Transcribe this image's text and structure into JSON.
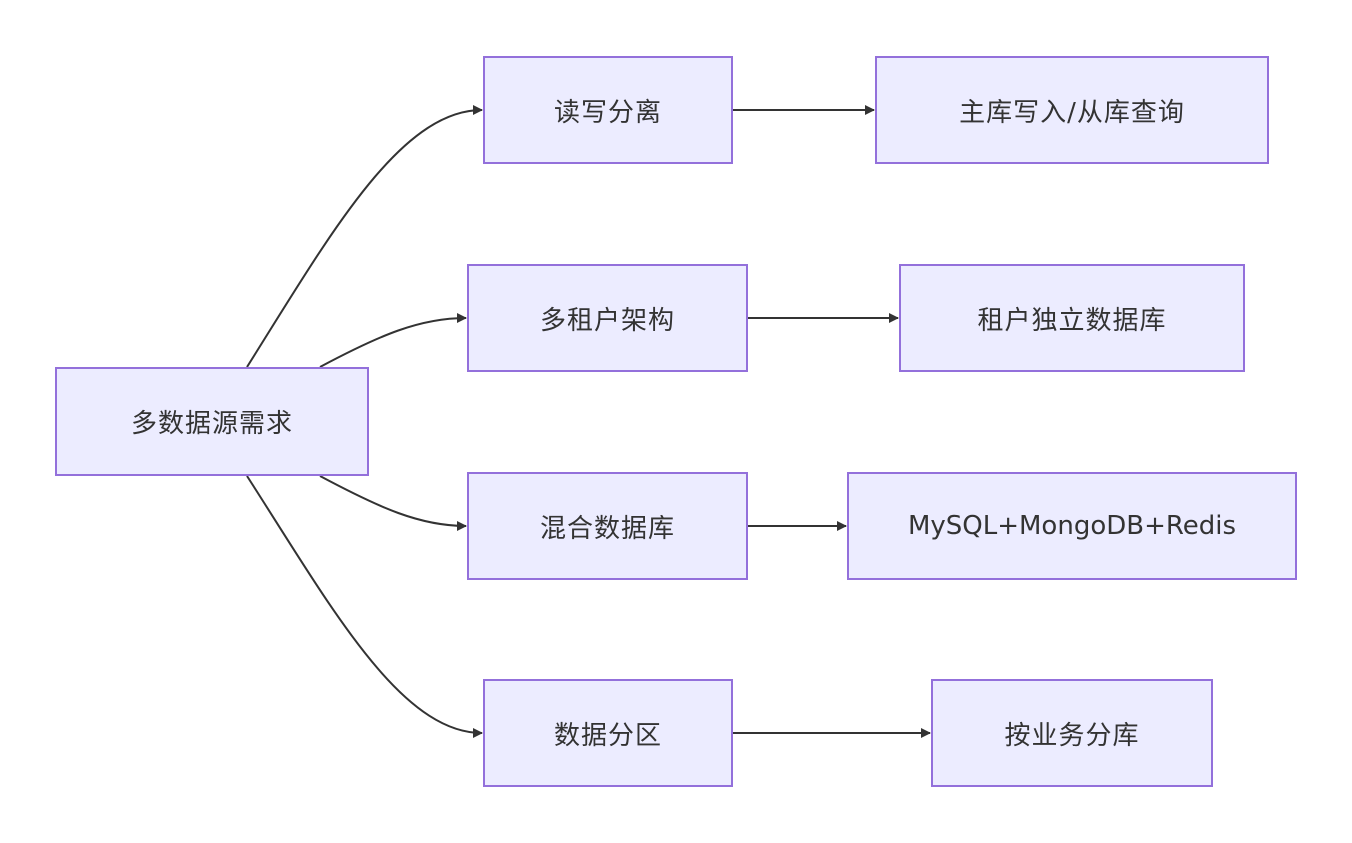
{
  "diagram": {
    "type": "flowchart",
    "direction": "left-to-right",
    "colors": {
      "node_fill": "#ececff",
      "node_border": "#9370db",
      "text": "#333333",
      "edge": "#333333"
    },
    "nodes": {
      "root": {
        "label": "多数据源需求"
      },
      "rw_split": {
        "label": "读写分离"
      },
      "rw_split_detail": {
        "label": "主库写入/从库查询"
      },
      "multi_tenant": {
        "label": "多租户架构"
      },
      "multi_tenant_detail": {
        "label": "租户独立数据库"
      },
      "hybrid_db": {
        "label": "混合数据库"
      },
      "hybrid_db_detail": {
        "label": "MySQL+MongoDB+Redis"
      },
      "partition": {
        "label": "数据分区"
      },
      "partition_detail": {
        "label": "按业务分库"
      }
    },
    "edges": [
      {
        "from": "root",
        "to": "rw_split"
      },
      {
        "from": "root",
        "to": "multi_tenant"
      },
      {
        "from": "root",
        "to": "hybrid_db"
      },
      {
        "from": "root",
        "to": "partition"
      },
      {
        "from": "rw_split",
        "to": "rw_split_detail"
      },
      {
        "from": "multi_tenant",
        "to": "multi_tenant_detail"
      },
      {
        "from": "hybrid_db",
        "to": "hybrid_db_detail"
      },
      {
        "from": "partition",
        "to": "partition_detail"
      }
    ]
  }
}
